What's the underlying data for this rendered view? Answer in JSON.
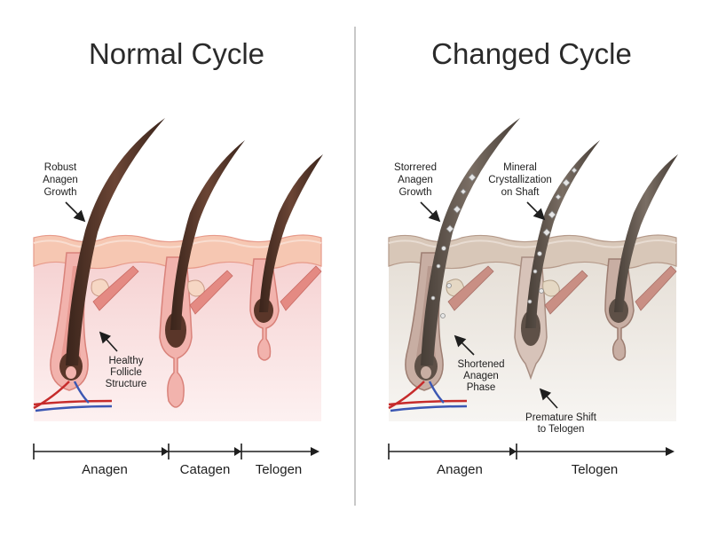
{
  "panels": {
    "left": {
      "title": "Normal Cycle",
      "annotations": {
        "growth": [
          "Robust",
          "Anagen",
          "Growth"
        ],
        "follicle": [
          "Healthy",
          "Follicle",
          "Structure"
        ]
      },
      "phases": [
        "Anagen",
        "Catagen",
        "Telogen"
      ]
    },
    "right": {
      "title": "Changed Cycle",
      "annotations": {
        "growth": [
          "Storrered",
          "Anagen",
          "Growth"
        ],
        "mineral": [
          "Mineral",
          "Crystallization",
          "on Shaft"
        ],
        "shortened": [
          "Shortened",
          "Anagen",
          "Phase"
        ],
        "premature": [
          "Premature Shift",
          "to Telogen"
        ]
      },
      "phases": [
        "Anagen",
        "Telogen"
      ]
    }
  },
  "colors": {
    "normal_skin_top": "#f6c7b2",
    "normal_dermis": "#f8d8d8",
    "changed_skin_top": "#d8c7b8",
    "changed_dermis": "#ece7e0",
    "hair_normal": "#4a2f24",
    "hair_changed": "#5b5148",
    "divider": "#c8c8c8"
  }
}
